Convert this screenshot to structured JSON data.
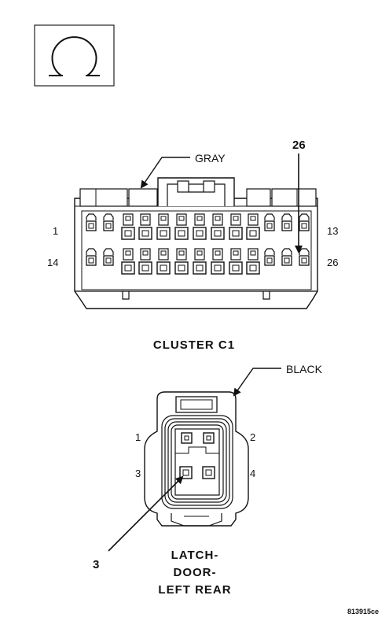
{
  "cluster_connector": {
    "color_label": "GRAY",
    "pin_callout": "26",
    "pin_left_top": "1",
    "pin_left_bottom": "14",
    "pin_right_top": "13",
    "pin_right_bottom": "26",
    "title": "CLUSTER C1"
  },
  "latch_connector": {
    "color_label": "BLACK",
    "pin_1": "1",
    "pin_2": "2",
    "pin_3": "3",
    "pin_4": "4",
    "pin_callout": "3",
    "title_line1": "LATCH-",
    "title_line2": "DOOR-",
    "title_line3": "LEFT REAR"
  },
  "figure_id": "813915ce",
  "icons": {
    "view_symbol": "connector-view-icon"
  }
}
